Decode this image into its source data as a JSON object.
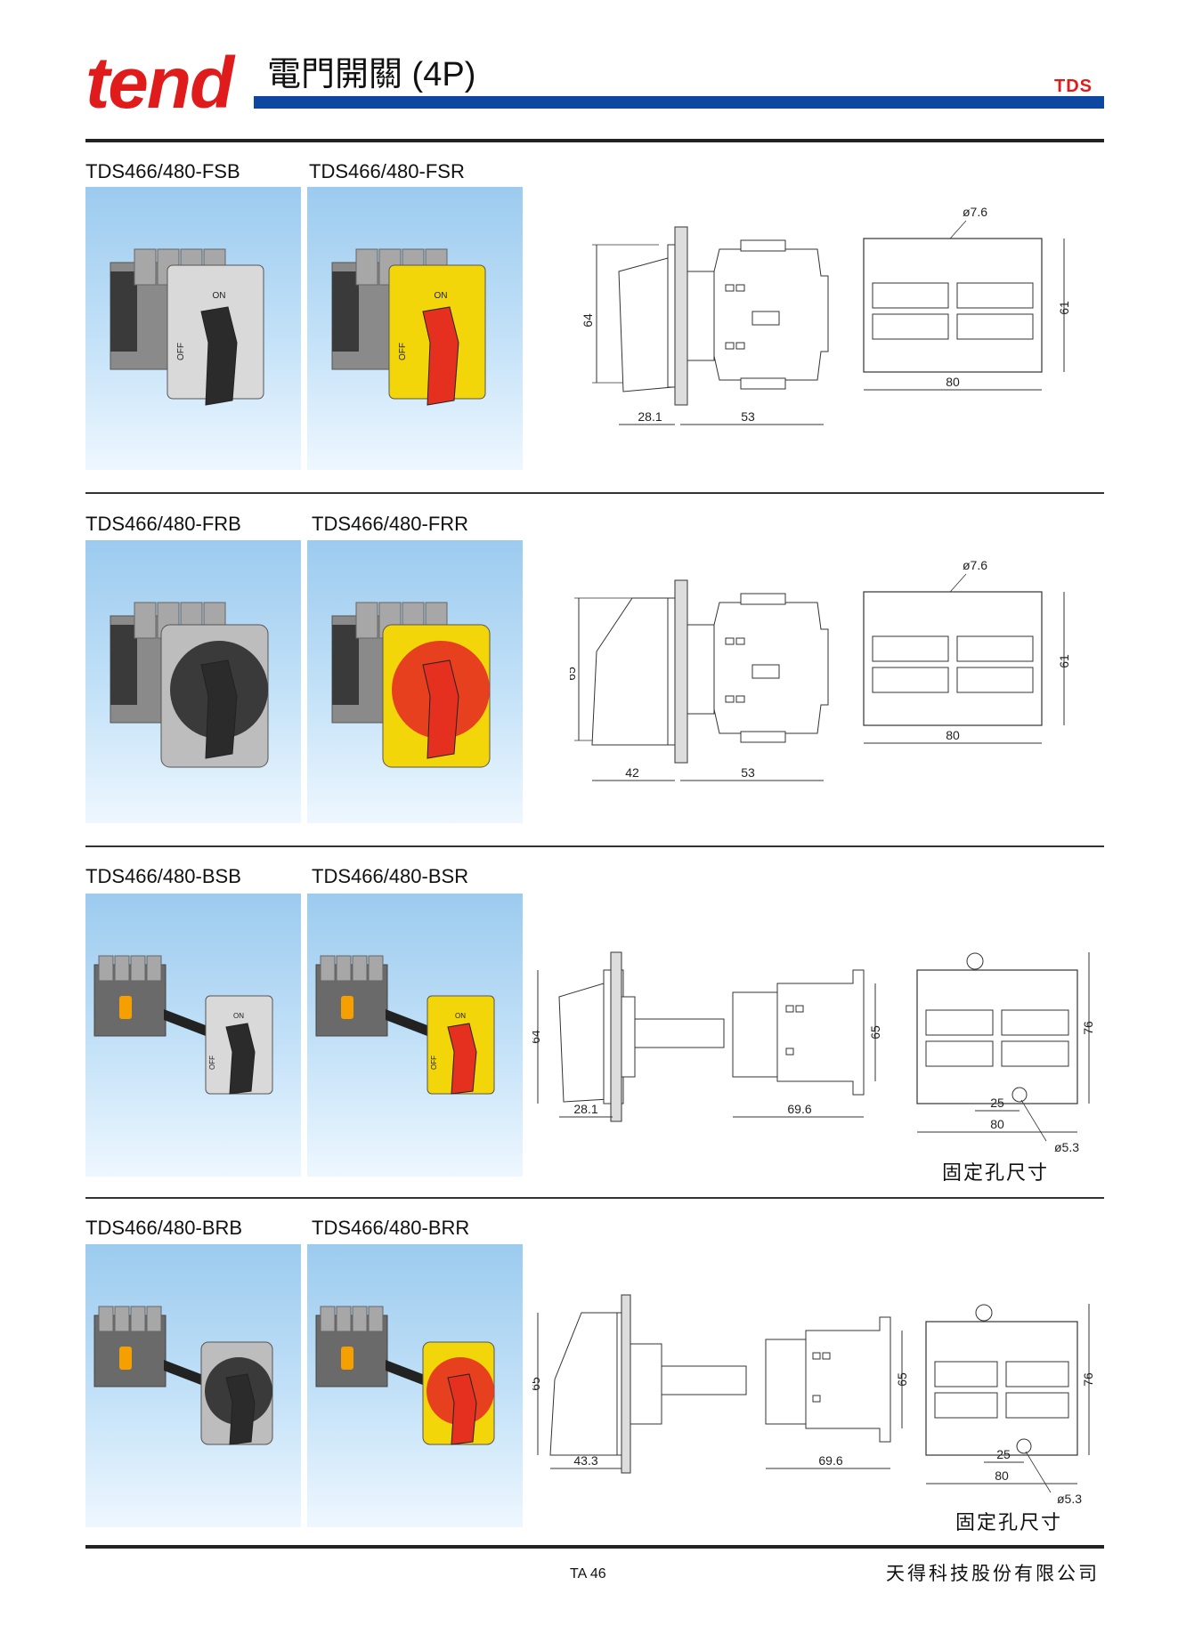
{
  "header": {
    "logo_text": "tend",
    "title": "電門開關 (4P)",
    "series_code": "TDS",
    "colors": {
      "logo": "#e01b1b",
      "bar": "#0d47a1",
      "series": "#e01b1b"
    }
  },
  "rows": [
    {
      "models": [
        "TDS466/480-FSB",
        "TDS466/480-FSR"
      ],
      "handle_colors": [
        "#2b2b2b",
        "#e53020"
      ],
      "plate_colors": [
        "#d9d9d9",
        "#f2d60a"
      ],
      "dims": {
        "height": "64",
        "depth_front": "28.1",
        "depth_body": "53",
        "width": "80",
        "height_back": "61",
        "hole": "ø7.6"
      }
    },
    {
      "models": [
        "TDS466/480-FRB",
        "TDS466/480-FRR"
      ],
      "handle_colors": [
        "#2b2b2b",
        "#e53020"
      ],
      "plate_colors": [
        "#bdbdbd",
        "#f2d60a"
      ],
      "dims": {
        "height": "65",
        "depth_front": "42",
        "depth_body": "53",
        "width": "80",
        "height_back": "61",
        "hole": "ø7.6"
      }
    },
    {
      "models": [
        "TDS466/480-BSB",
        "TDS466/480-BSR"
      ],
      "handle_colors": [
        "#2b2b2b",
        "#e53020"
      ],
      "plate_colors": [
        "#d9d9d9",
        "#f2d60a"
      ],
      "dims": {
        "height": "64",
        "depth_front": "28.1",
        "depth_body": "69.6",
        "height_body": "65",
        "width": "80",
        "height_back": "76",
        "spacing": "25",
        "hole": "ø5.3"
      },
      "caption": "固定孔尺寸"
    },
    {
      "models": [
        "TDS466/480-BRB",
        "TDS466/480-BRR"
      ],
      "handle_colors": [
        "#2b2b2b",
        "#e53020"
      ],
      "plate_colors": [
        "#bdbdbd",
        "#f2d60a"
      ],
      "dims": {
        "height": "65",
        "depth_front": "43.3",
        "depth_body": "69.6",
        "height_body": "65",
        "width": "80",
        "height_back": "76",
        "spacing": "25",
        "hole": "ø5.3"
      },
      "caption": "固定孔尺寸"
    }
  ],
  "photo_labels": {
    "on": "ON",
    "off": "OFF"
  },
  "footer": {
    "page": "TA 46",
    "company": "天得科技股份有限公司"
  }
}
